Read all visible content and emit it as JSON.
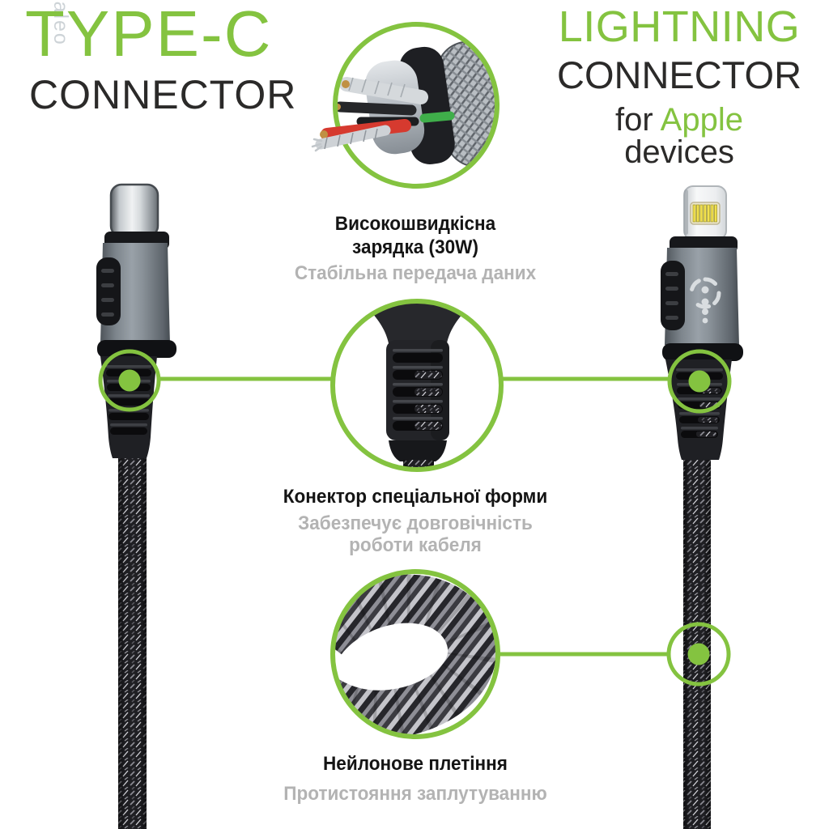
{
  "colors": {
    "accent_green": "#84C340",
    "heading_dark": "#2B2A29",
    "feature_text_black": "#141414",
    "muted_gray": "#B3B3B3"
  },
  "header_left": {
    "title": "TYPE-C",
    "subtitle": "CONNECTOR"
  },
  "header_right": {
    "title": "LIGHTNING",
    "subtitle": "CONNECTOR",
    "tagline_prefix": "for ",
    "tagline_brand": "Apple",
    "tagline_suffix": " devices"
  },
  "brand": {
    "name": "intaleo"
  },
  "features": {
    "charging": {
      "title1": "Високошвидкісна",
      "title2": "зарядка (30W)",
      "subtitle": "Стабільна передача даних"
    },
    "connector_shape": {
      "title": "Конектор спеціальної форми",
      "subtitle1": "Забезпечує довговічність",
      "subtitle2": "роботи кабеля"
    },
    "nylon_braid": {
      "title": "Нейлонове плетіння",
      "subtitle": "Протистояння заплутуванню"
    }
  },
  "icons": {
    "callout_top": "cable-cross-section",
    "callout_middle": "strain-relief",
    "callout_bottom": "nylon-braid",
    "emblem": "intaleo-logo-mark"
  }
}
